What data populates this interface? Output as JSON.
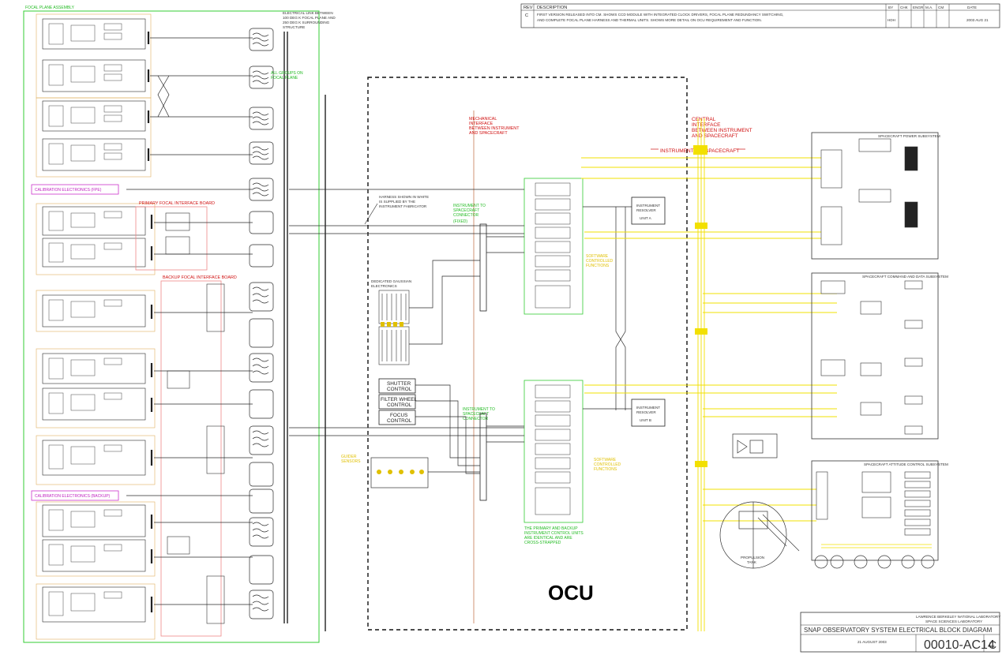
{
  "revision_block": {
    "headers": [
      "REV",
      "DESCRIPTION",
      "BY",
      "CHK",
      "ENGR",
      "M.A.",
      "CM",
      "DATE"
    ],
    "rev": "C",
    "line1": "FIRST VERSION RELEASED INTO CM. SHOWS CCD MODULE WITH INTEGRATED CLOCK DRIVERS, FOCAL PLANE REDUNDANCY SWITCHING,",
    "line2": "AND COMPLETE FOCAL PLANE HARNESS AND THERMAL UNITS. SHOWS MORE DETAIL ON OCU REQUIREMENT AND FUNCTION.",
    "by": "HDH",
    "date": "2003 AUG 21"
  },
  "ocu_label": "OCU",
  "boundary": {
    "instrument": "INSTRUMENT",
    "spacecraft": "SPACECRAFT"
  },
  "controls": {
    "shutter_line1": "SHUTTER",
    "shutter_line2": "CONTROL",
    "filter_line1": "FILTER WHEEL",
    "filter_line2": "CONTROL",
    "focus_line1": "FOCUS",
    "focus_line2": "CONTROL"
  },
  "notes": {
    "flex_line1": "ELECTRICAL LINK BETWEEN",
    "flex_line2": "100 DEG K FOCAL PLANE AND",
    "flex_line3": "250 DEG K SURROUNDING",
    "flex_line4": "STRUCTURE",
    "harness_line1": "HARNESS SHOWN IN WHITE",
    "harness_line2": "IS SUPPLIED BY THE",
    "harness_line3": "INSTRUMENT FABRICATOR"
  },
  "title_block": {
    "org_line1": "LAWRENCE BERKELEY NATIONAL LABORATORY",
    "org_line2": "SPACE SCIENCES LABORATORY",
    "title": "SNAP OBSERVATORY SYSTEM ELECTRICAL BLOCK DIAGRAM",
    "date": "21 AUGUST 2003",
    "drawing_number": "00010-AC14",
    "revision": "C"
  },
  "colors": {
    "line": "#2a2a2a",
    "green": "#33cc33",
    "yellow": "#f2e000",
    "red": "#e03030",
    "magenta": "#cc33cc",
    "orange_box": "#e0b060",
    "pink_box": "#ee8888"
  }
}
